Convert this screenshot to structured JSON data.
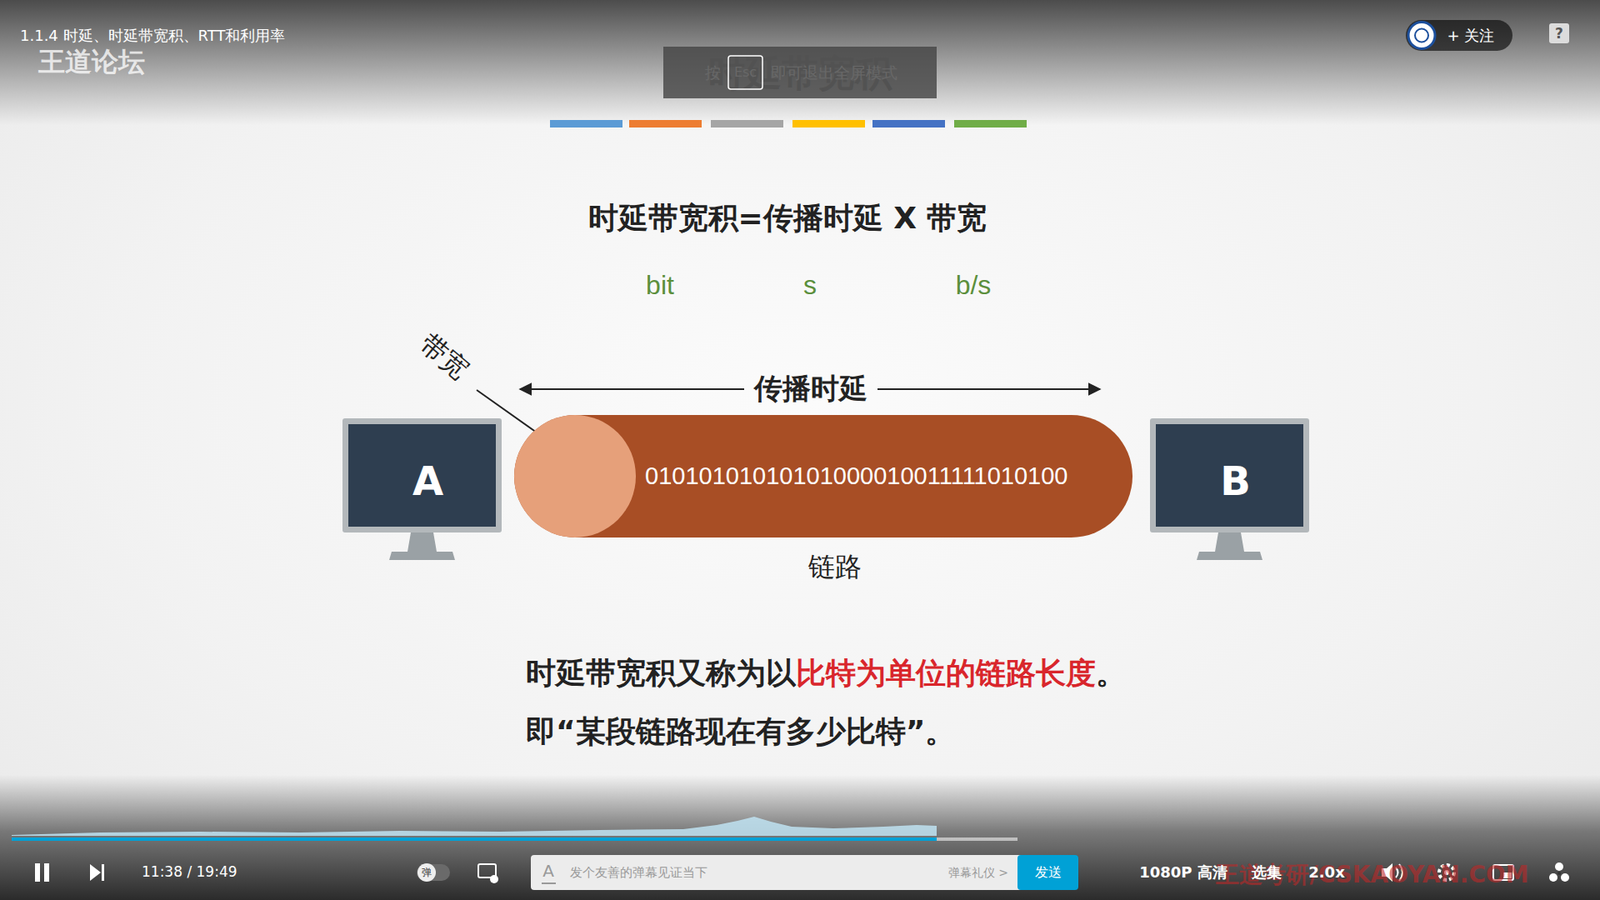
{
  "diagram": {
    "title": "时延带宽积",
    "nodes": [
      {
        "text": [
          "A"
        ]
      },
      {
        "text": [
          "01010101010101000010011111010100",
          "链路"
        ]
      },
      {
        "text": [
          "B"
        ]
      }
    ],
    "labels": [
      "1.1.4 时延、时延带宽积、RTT和利用率",
      "王道论坛",
      "+ 关注",
      "?",
      "按",
      "Esc",
      "即可退出全屏模式",
      "时延带宽积=传播时延 X 带宽",
      "bit",
      "s",
      "b/s",
      "带宽",
      "传播时延",
      "时延带宽积又称为以",
      "比特为单位的链路长度",
      "。",
      "即“某段链路现在有多少比特”。",
      "11:38 / 19:49",
      "弹",
      "A",
      "发个友善的弹幕见证当下",
      "弹幕礼仪 >",
      "发送",
      "1080P 高清",
      "选集",
      "2.0x",
      "王道考研/CSKAOYAN.COM"
    ]
  }
}
